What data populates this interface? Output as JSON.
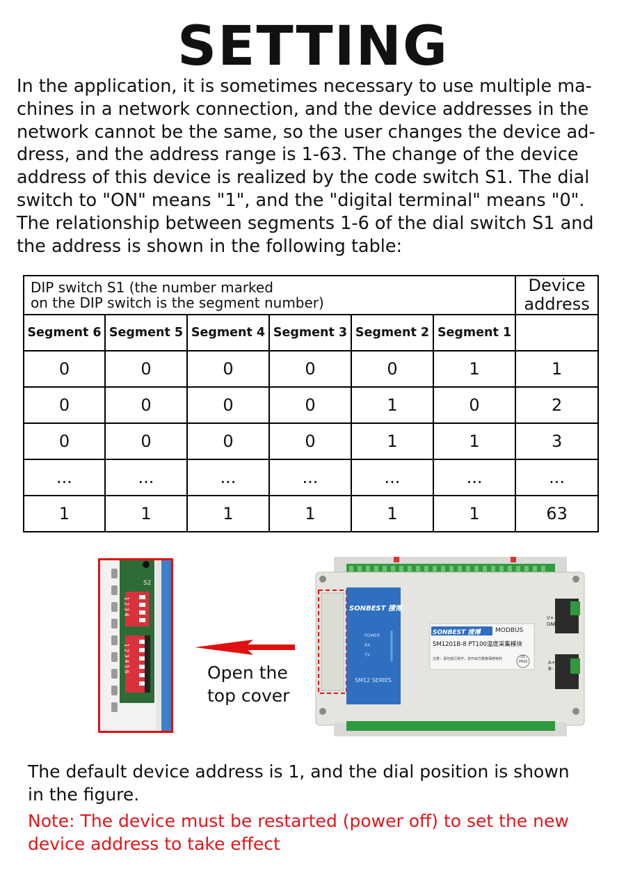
{
  "title": "SETTING",
  "intro_lines": [
    "In the application, it is sometimes necessary to use multiple ma-",
    "chines in a network connection, and the device addresses in the",
    "network cannot be the same, so the user changes the device ad-",
    "dress, and the address range is 1-63. The change of the device",
    "address of this device is realized by the code switch S1. The dial",
    "switch to \"ON\" means \"1\", and the \"digital terminal\" means \"0\".",
    "The relationship between segments 1-6 of the dial switch S1 and",
    "the address is shown in the following table:"
  ],
  "table": {
    "dip_header_lines": [
      "DIP switch S1 (the number marked",
      "on the DIP switch is the segment number)"
    ],
    "device_header_lines": [
      "Device",
      "address"
    ],
    "segments": [
      "Segment 6",
      "Segment 5",
      "Segment 4",
      "Segment 3",
      "Segment 2",
      "Segment 1",
      ""
    ],
    "rows": [
      [
        "0",
        "0",
        "0",
        "0",
        "0",
        "1",
        "1"
      ],
      [
        "0",
        "0",
        "0",
        "0",
        "1",
        "0",
        "2"
      ],
      [
        "0",
        "0",
        "0",
        "0",
        "1",
        "1",
        "3"
      ],
      [
        "...",
        "...",
        "...",
        "...",
        "...",
        "...",
        "..."
      ],
      [
        "1",
        "1",
        "1",
        "1",
        "1",
        "1",
        "63"
      ]
    ]
  },
  "figure": {
    "arrow_caption_lines": [
      "Open the",
      "top cover"
    ],
    "dip_s2_label": "S2",
    "dip_s2_numbers": "1 2 3 4",
    "dip_s1_numbers": "1 2 3 4 5 6",
    "brand": "SONBEST",
    "brand_cn": "搜博",
    "modbus": "MODBUS",
    "model": "SM1201B-8 PT100温度采集模块",
    "note_cn": "注意：请勿自行拆开，非开启方致寄保修权利",
    "qc": "QC",
    "pass": "PASS",
    "leds": [
      "POWER",
      "RX",
      "TX"
    ],
    "series": "SM12 SERIES",
    "term_top": [
      "V+",
      "GND"
    ],
    "term_bottom": [
      "A+",
      "B-"
    ],
    "colors": {
      "accent_red": "#e01010",
      "module_blue": "#2f6fbf",
      "terminal_green": "#2f9a3d",
      "pcb_green": "#2e6b36",
      "dip_red": "#d8333a"
    }
  },
  "default_lines": [
    "The default device address is 1, and the dial position is shown",
    "in the figure."
  ],
  "note_lines": [
    "Note: The device must be restarted (power off) to set the new",
    "device address to take effect"
  ]
}
